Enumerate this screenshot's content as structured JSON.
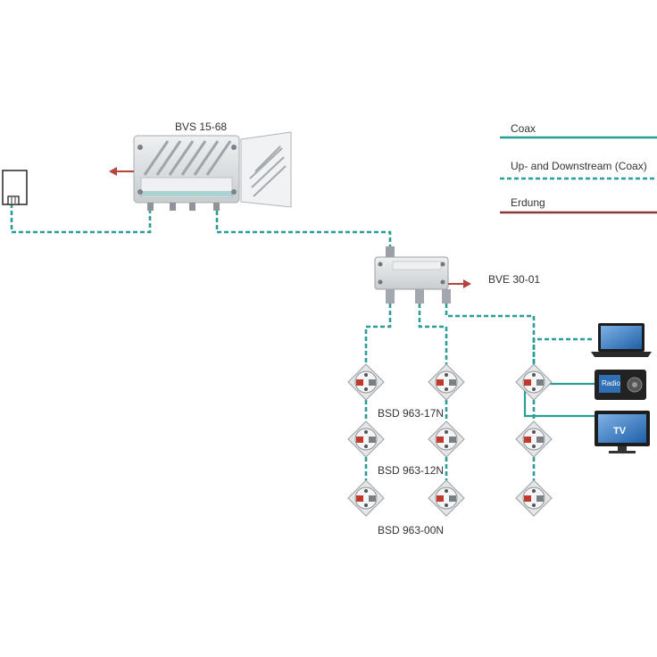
{
  "devices": {
    "amplifier_label": "BVS 15-68",
    "splitter_label": "BVE 30-01",
    "outlet_label_top": "BSD 963-17N",
    "outlet_label_mid": "BSD 963-12N",
    "outlet_label_bottom": "BSD 963-00N",
    "radio_text": "Radio",
    "tv_text": "TV"
  },
  "legend": {
    "coax": "Coax",
    "updown": "Up- and Downstream (Coax)",
    "ground": "Erdung"
  },
  "colors": {
    "coax": "#2a9d94",
    "ground": "#8b3a3a",
    "arrow": "#b5453c",
    "device_body": "#d9dcde",
    "laptop_screen": "#2f6fb6"
  }
}
